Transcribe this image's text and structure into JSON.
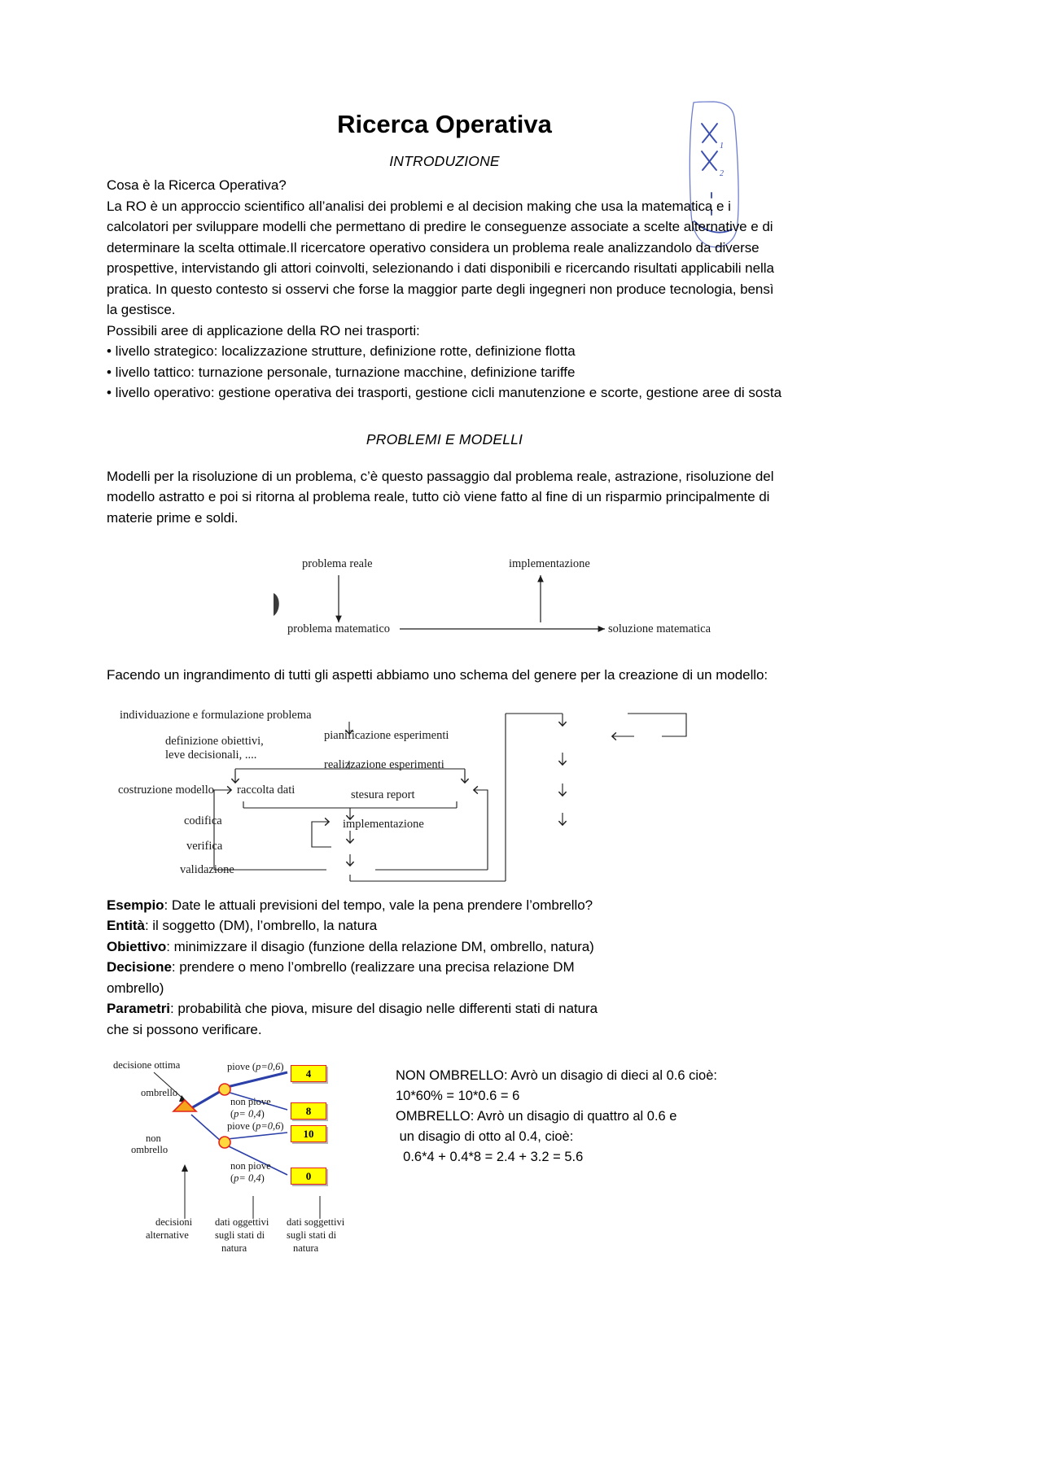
{
  "document": {
    "title": "Ricerca Operativa",
    "sections": [
      {
        "heading": "INTRODUZIONE"
      },
      {
        "heading": "PROBLEMI E MODELLI"
      }
    ],
    "intro": {
      "question": "Cosa è la Ricerca Operativa?",
      "paragraph": "La RO è un approccio scientifico all’analisi dei problemi e al decision making che usa la matematica e i calcolatori per sviluppare modelli che permettano di predire le conseguenze associate a scelte alternative e di determinare la scelta ottimale.Il ricercatore operativo considera un problema reale analizzandolo da diverse prospettive, intervistando gli attori coinvolti, selezionando i dati disponibili e ricercando risultati applicabili nella pratica. In questo contesto si osservi che forse la maggior parte degli ingegneri non produce tecnologia, bensì la gestisce.",
      "areas_intro": "Possibili aree di applicazione della RO nei trasporti:",
      "bullets": [
        "• livello strategico: localizzazione strutture, definizione rotte, definizione flotta",
        "• livello tattico: turnazione personale, turnazione macchine, definizione tariffe",
        "• livello operativo: gestione operativa dei trasporti, gestione cicli manutenzione e scorte, gestione aree di sosta"
      ]
    },
    "models": {
      "paragraph": "Modelli per la risoluzione di un problema, c’è questo passaggio dal problema reale, astrazione, risoluzione del modello astratto e poi si ritorna al problema reale, tutto ciò viene fatto al fine di un risparmio principalmente di materie prime e soldi.",
      "zoom_caption": "Facendo un ingrandimento di tutti gli aspetti abbiamo uno schema del genere per la creazione di un modello:"
    },
    "diagram_simple": {
      "problema_reale": "problema reale",
      "implementazione": "implementazione",
      "problema_matematico": "problema matematico",
      "soluzione_matematica": "soluzione matematica"
    },
    "diagram_flow": {
      "individuazione": "individuazione e formulazione problema",
      "definizione_1": "definizione obiettivi,",
      "definizione_2": "leve decisionali, ....",
      "costruzione": "costruzione modello",
      "raccolta": "raccolta dati",
      "codifica": "codifica",
      "verifica": "verifica",
      "validazione": "validazione",
      "pianificazione": "pianificazione esperimenti",
      "realizzazione": "realizzazione  esperimenti",
      "stesura": "stesura report",
      "implementazione": "implementazione"
    },
    "example": {
      "esempio_label": "Esempio",
      "esempio_text": ": Date le attuali previsioni del tempo, vale la pena prendere l’ombrello?",
      "rows": [
        {
          "label": "Entità",
          "text": ": il soggetto (DM), l’ombrello, la natura"
        },
        {
          "label": "Obiettivo",
          "text": ": minimizzare il disagio (funzione della relazione DM, ombrello, natura)"
        },
        {
          "label": "Decisione",
          "text": ": prendere o meno l’ombrello (realizzare una precisa relazione DM"
        }
      ],
      "decisione_cont": "ombrello)",
      "parametri_label": "Parametri",
      "parametri_text": ": probabilità che piova, misure del disagio nelle differenti stati di natura",
      "parametri_cont": "che si possono verificare."
    },
    "decision_tree": {
      "decisione_ottima": "decisione ottima",
      "ombrello": "ombrello",
      "non": "non",
      "ombrello2": "ombrello",
      "branches": [
        {
          "label_main": "piove (",
          "label_p": "p=0,6",
          "label_end": ")",
          "value": "4"
        },
        {
          "label_main": "non piove",
          "label_p": "p= 0,4",
          "label_end": "",
          "value": "8"
        },
        {
          "label_main": "piove (",
          "label_p": "p=0,6",
          "label_end": ")",
          "value": "10"
        },
        {
          "label_main": "non piove",
          "label_p": "p= 0,4",
          "label_end": "",
          "value": "0"
        }
      ],
      "legend": [
        [
          "decisioni",
          "alternative"
        ],
        [
          "dati oggettivi",
          "sugli stati di",
          "natura"
        ],
        [
          "dati soggettivi",
          "sugli stati di",
          "natura"
        ]
      ],
      "colors": {
        "box_fill": "#ffff00",
        "box_border": "#e2231a",
        "node_fill": "#ffd83d",
        "node_border": "#e2231a",
        "edge": "#2b3fa8",
        "triangle_fill": "#f5a31a",
        "triangle_border": "#e2231a"
      }
    },
    "calculation": {
      "lines": [
        "NON OMBRELLO: Avrò un disagio di dieci al 0.6 cioè:",
        "10*60% = 10*0.6 = 6",
        "OMBRELLO: Avrò un disagio di quattro al 0.6 e",
        " un disagio di otto al 0.4, cioè:",
        "  0.6*4 + 0.4*8 = 2.4 + 3.2 = 5.6"
      ]
    },
    "annotation": {
      "name": "handwritten-blue-note",
      "glyphs": [
        "x",
        "1",
        "x",
        "2",
        "·",
        "·"
      ],
      "color": "#3b4fb0"
    }
  }
}
